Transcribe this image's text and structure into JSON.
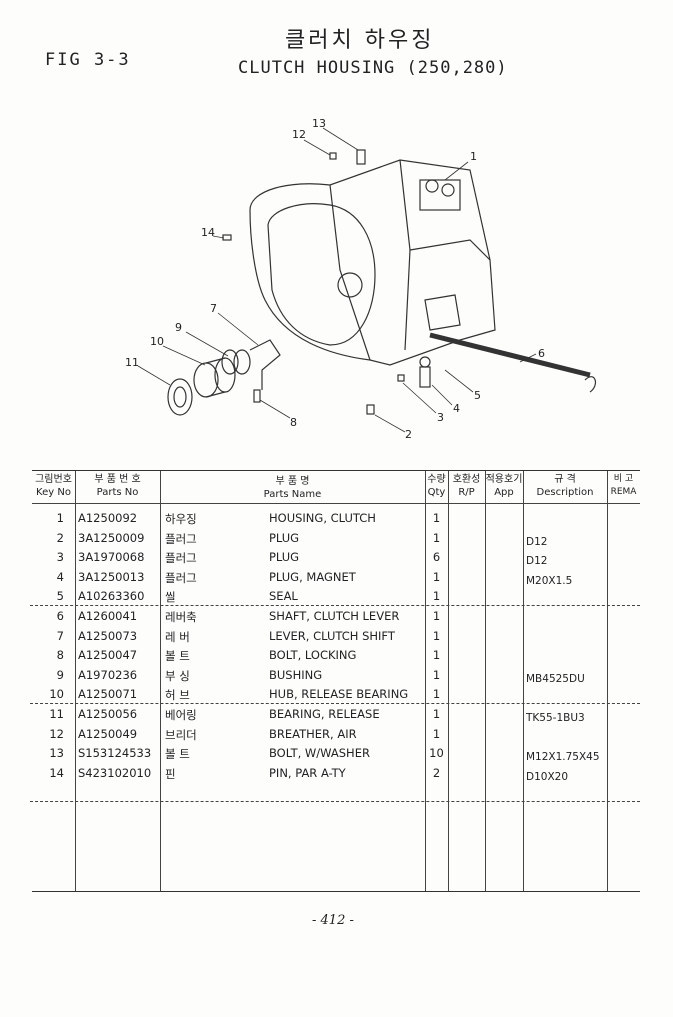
{
  "header": {
    "fig": "FIG 3-3",
    "title_ko": "클러치 하우징",
    "title_en": "CLUTCH HOUSING (250,280)"
  },
  "callouts": [
    "1",
    "2",
    "3",
    "4",
    "5",
    "6",
    "7",
    "8",
    "9",
    "10",
    "11",
    "12",
    "13",
    "14"
  ],
  "table": {
    "headers": {
      "key_ko": "그림번호",
      "key_en": "Key No",
      "part_ko": "부 품 번 호",
      "part_en": "Parts No",
      "name_ko": "부  품  명",
      "name_en": "Parts Name",
      "qty_ko": "수량",
      "qty_en": "Qty",
      "rp_ko": "호환성",
      "rp_en": "R/P",
      "app_ko": "적용호기",
      "app_en": "App",
      "desc_ko": "규  격",
      "desc_en": "Description",
      "rema_ko": "비 고",
      "rema_en": "REMA"
    },
    "rows": [
      {
        "key": "1",
        "part": "A1250092",
        "ko": "하우징",
        "name": "HOUSING, CLUTCH",
        "qty": "1",
        "desc": ""
      },
      {
        "key": "2",
        "part": "3A1250009",
        "ko": "플러그",
        "name": "PLUG",
        "qty": "1",
        "desc": "D12"
      },
      {
        "key": "3",
        "part": "3A1970068",
        "ko": "플러그",
        "name": "PLUG",
        "qty": "6",
        "desc": "D12"
      },
      {
        "key": "4",
        "part": "3A1250013",
        "ko": "플러그",
        "name": "PLUG, MAGNET",
        "qty": "1",
        "desc": "M20X1.5"
      },
      {
        "key": "5",
        "part": "A10263360",
        "ko": "씰",
        "name": "SEAL",
        "qty": "1",
        "desc": ""
      },
      {
        "key": "6",
        "part": "A1260041",
        "ko": "레버축",
        "name": "SHAFT, CLUTCH LEVER",
        "qty": "1",
        "desc": ""
      },
      {
        "key": "7",
        "part": "A1250073",
        "ko": "레 버",
        "name": "LEVER, CLUTCH SHIFT",
        "qty": "1",
        "desc": ""
      },
      {
        "key": "8",
        "part": "A1250047",
        "ko": "볼 트",
        "name": "BOLT, LOCKING",
        "qty": "1",
        "desc": ""
      },
      {
        "key": "9",
        "part": "A1970236",
        "ko": "부 싱",
        "name": "BUSHING",
        "qty": "1",
        "desc": "MB4525DU"
      },
      {
        "key": "10",
        "part": "A1250071",
        "ko": "허 브",
        "name": "HUB, RELEASE BEARING",
        "qty": "1",
        "desc": ""
      },
      {
        "key": "11",
        "part": "A1250056",
        "ko": "베어링",
        "name": "BEARING, RELEASE",
        "qty": "1",
        "desc": "TK55-1BU3"
      },
      {
        "key": "12",
        "part": "A1250049",
        "ko": "브리더",
        "name": "BREATHER, AIR",
        "qty": "1",
        "desc": ""
      },
      {
        "key": "13",
        "part": "S153124533",
        "ko": "볼 트",
        "name": "BOLT, W/WASHER",
        "qty": "10",
        "desc": "M12X1.75X45"
      },
      {
        "key": "14",
        "part": "S423102010",
        "ko": "핀",
        "name": "PIN, PAR A-TY",
        "qty": "2",
        "desc": "D10X20"
      }
    ]
  },
  "page_number": "- 412 -"
}
